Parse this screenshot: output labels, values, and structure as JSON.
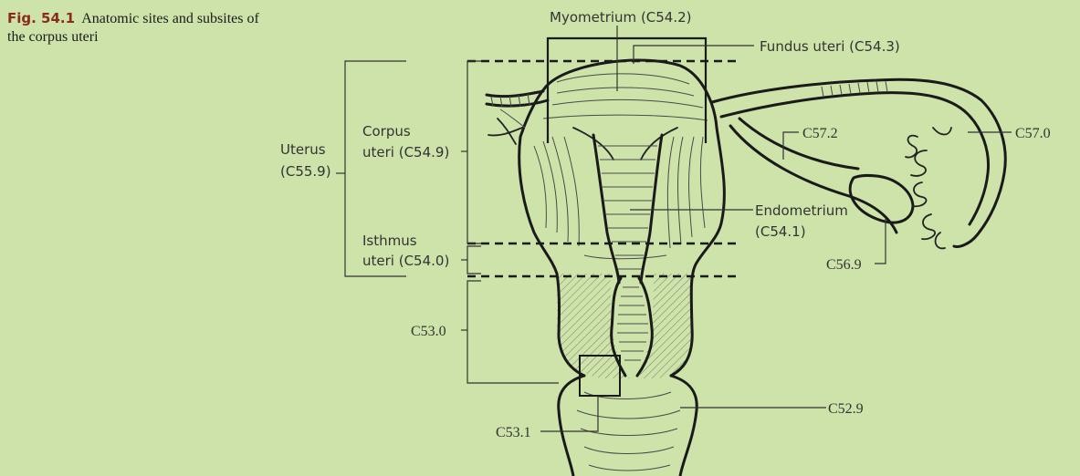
{
  "caption": {
    "figure_label": "Fig. 54.1",
    "title": "Anatomic sites and subsites of the corpus uteri"
  },
  "labels": {
    "myometrium": "Myometrium (C54.2)",
    "fundus": "Fundus uteri (C54.3)",
    "uterus_line1": "Uterus",
    "uterus_line2": "(C55.9)",
    "corpus_line1": "Corpus",
    "corpus_line2": "uteri (C54.9)",
    "isthmus_line1": "Isthmus",
    "isthmus_line2": "uteri (C54.0)",
    "c53_0": "C53.0",
    "c53_1": "C53.1",
    "c57_2": "C57.2",
    "c57_0": "C57.0",
    "endometrium_line1": "Endometrium",
    "endometrium_line2": "(C54.1)",
    "c56_9": "C56.9",
    "c52_9": "C52.9"
  },
  "colors": {
    "background": "#cde3aa",
    "caption_label": "#8b2a1e",
    "ink": "#1a1a1a"
  }
}
